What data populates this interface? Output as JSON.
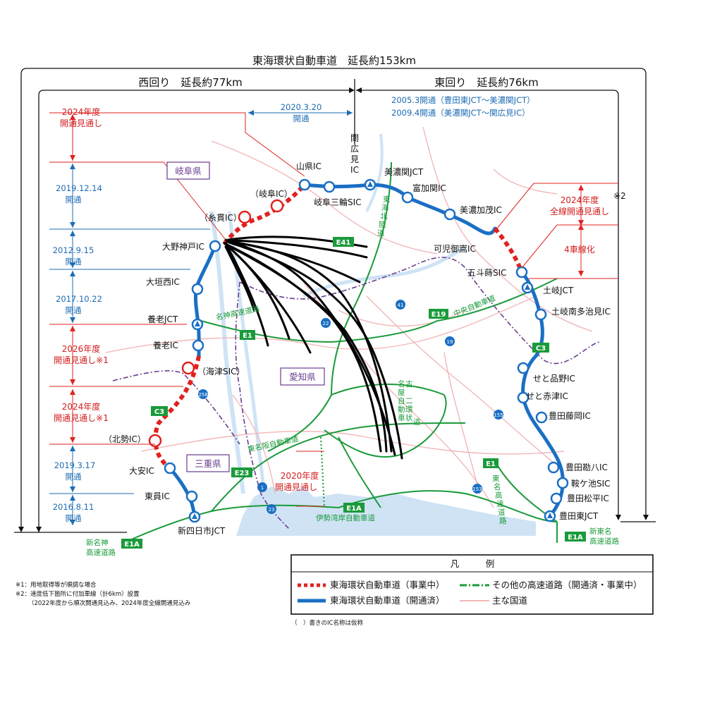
{
  "title": "東海環状自動車道　延長約153km",
  "west": "西回り　延長約77km",
  "east": "東回り　延長約76km",
  "east_notes": [
    "2005.3開通（豊田東JCT～美濃関JCT）",
    "2009.4開通（美濃関JCT～関広見IC）"
  ],
  "top_segment": {
    "date": "2020.3.20",
    "status": "開通"
  },
  "timeline": [
    {
      "lines": [
        "2024年度",
        "開通見通し"
      ],
      "color": "red"
    },
    {
      "lines": [
        "2019.12.14",
        "開通"
      ],
      "color": "blue"
    },
    {
      "lines": [
        "2012.9.15",
        "開通"
      ],
      "color": "blue"
    },
    {
      "lines": [
        "2017.10.22",
        "開通"
      ],
      "color": "blue"
    },
    {
      "lines": [
        "2026年度",
        "開通見通し※1"
      ],
      "color": "red"
    },
    {
      "lines": [
        "2024年度",
        "開通見通し※1"
      ],
      "color": "red"
    },
    {
      "lines": [
        "2019.3.17",
        "開通"
      ],
      "color": "blue"
    },
    {
      "lines": [
        "2016.8.11",
        "開通"
      ],
      "color": "blue"
    }
  ],
  "right_notes": {
    "full": [
      "2024年度",
      "全線開通見通し"
    ],
    "mark": "※2",
    "lanes": "4車線化"
  },
  "center_note": [
    "2020年度",
    "開通見通し"
  ],
  "prefectures": [
    "岐阜県",
    "愛知県",
    "三重県"
  ],
  "interchanges": {
    "seki_hiromi": [
      "関",
      "広",
      "見",
      "IC"
    ],
    "yamagata": "山県IC",
    "gifu": "（岐阜IC）",
    "itonuki": "（糸貫IC）",
    "ono_kobe": "大野神戸IC",
    "ogaki_nishi": "大垣西IC",
    "yoro_jct": "養老JCT",
    "yoro": "養老IC",
    "kaizu": "（海津SIC）",
    "hokusei": "（北勢IC）",
    "oyasu": "大安IC",
    "toin": "東員IC",
    "shin_yokkaichi": "新四日市JCT",
    "gifu_miwa": "岐阜三輪SIC",
    "mino_seki": "美濃関JCT",
    "tomika": "富加関IC",
    "minokamo": "美濃加茂IC",
    "kani_mitake": "可児御嵩IC",
    "godo": "五斗蒔SIC",
    "toki": "土岐JCT",
    "toki_tajimi": "土岐南多治見IC",
    "seto_shinano": "せと品野IC",
    "seto_akazu": "せと赤津IC",
    "toyota_fujioka": "豊田藤岡IC",
    "toyota_kanbara": "豊田勘八IC",
    "kuragaike": "鞍ケ池SIC",
    "toyota_matsudaira": "豊田松平IC",
    "toyota_higashi": "豊田東JCT"
  },
  "highways": {
    "meishin": "名神高速道路",
    "chuo": "中央自動車道",
    "tomei_hanshin": "東名阪自動車道",
    "isewan": "伊勢湾岸自動車道",
    "tokai_hokuriku": [
      "東",
      "海",
      "北",
      "陸",
      "道"
    ],
    "tomei": [
      "東",
      "名",
      "高",
      "速",
      "道",
      "路"
    ],
    "nagoya_ring": [
      "名",
      "古",
      "屋",
      "二",
      "環",
      "状",
      "自",
      "動",
      "車",
      "道"
    ],
    "shin_meishin": [
      "新名神",
      "高速道路"
    ],
    "shin_tomei": [
      "新東名",
      "高速道路"
    ]
  },
  "shields": {
    "c3": "C3",
    "e1": "E1",
    "e19": "E19",
    "e23": "E23",
    "e1a": "E1A",
    "e41": "E41"
  },
  "routes": [
    "41",
    "19",
    "22",
    "155",
    "153",
    "258",
    "1",
    "23"
  ],
  "legend": {
    "title": "凡　　　例",
    "items": [
      "東海環状自動車道（事業中）",
      "その他の高速道路（開通済・事業中）",
      "東海環状自動車道（開通済）",
      "主な国道"
    ]
  },
  "footnotes": [
    "※1：用地取得等が順調な場合",
    "※2：速度低下箇所に付加車線（計6km）設置",
    "（2022年度から順次開通見込み、2024年度全線開通見込み",
    "（　）書きのIC名称は仮称"
  ],
  "colors": {
    "ring_open": "#1a6fc4",
    "ring_building": "#e0221f",
    "expressway": "#1a9a3a",
    "national_road": "#f1b8b8",
    "water": "#cfe3f5",
    "prefecture_border": "#6a3d8f"
  }
}
